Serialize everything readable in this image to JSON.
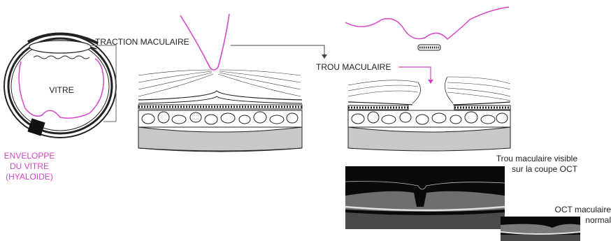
{
  "labels": {
    "vitre": "VITRE",
    "traction": "TRACTION MACULAIRE",
    "trou": "TROU MACULAIRE",
    "enveloppe_line1": "ENVELOPPE",
    "enveloppe_line2": "DU VITRE",
    "enveloppe_line3": "(HYALOIDE)",
    "oct_hole_line1": "Trou maculaire visible",
    "oct_hole_line2": "sur la coupe OCT",
    "oct_normal_line1": "OCT maculaire",
    "oct_normal_line2": "normal"
  },
  "colors": {
    "hyaloid": "#d646c8",
    "line": "#222222",
    "gray_layer": "#c8c8c8",
    "oct_bg": "#0a0a0a"
  }
}
